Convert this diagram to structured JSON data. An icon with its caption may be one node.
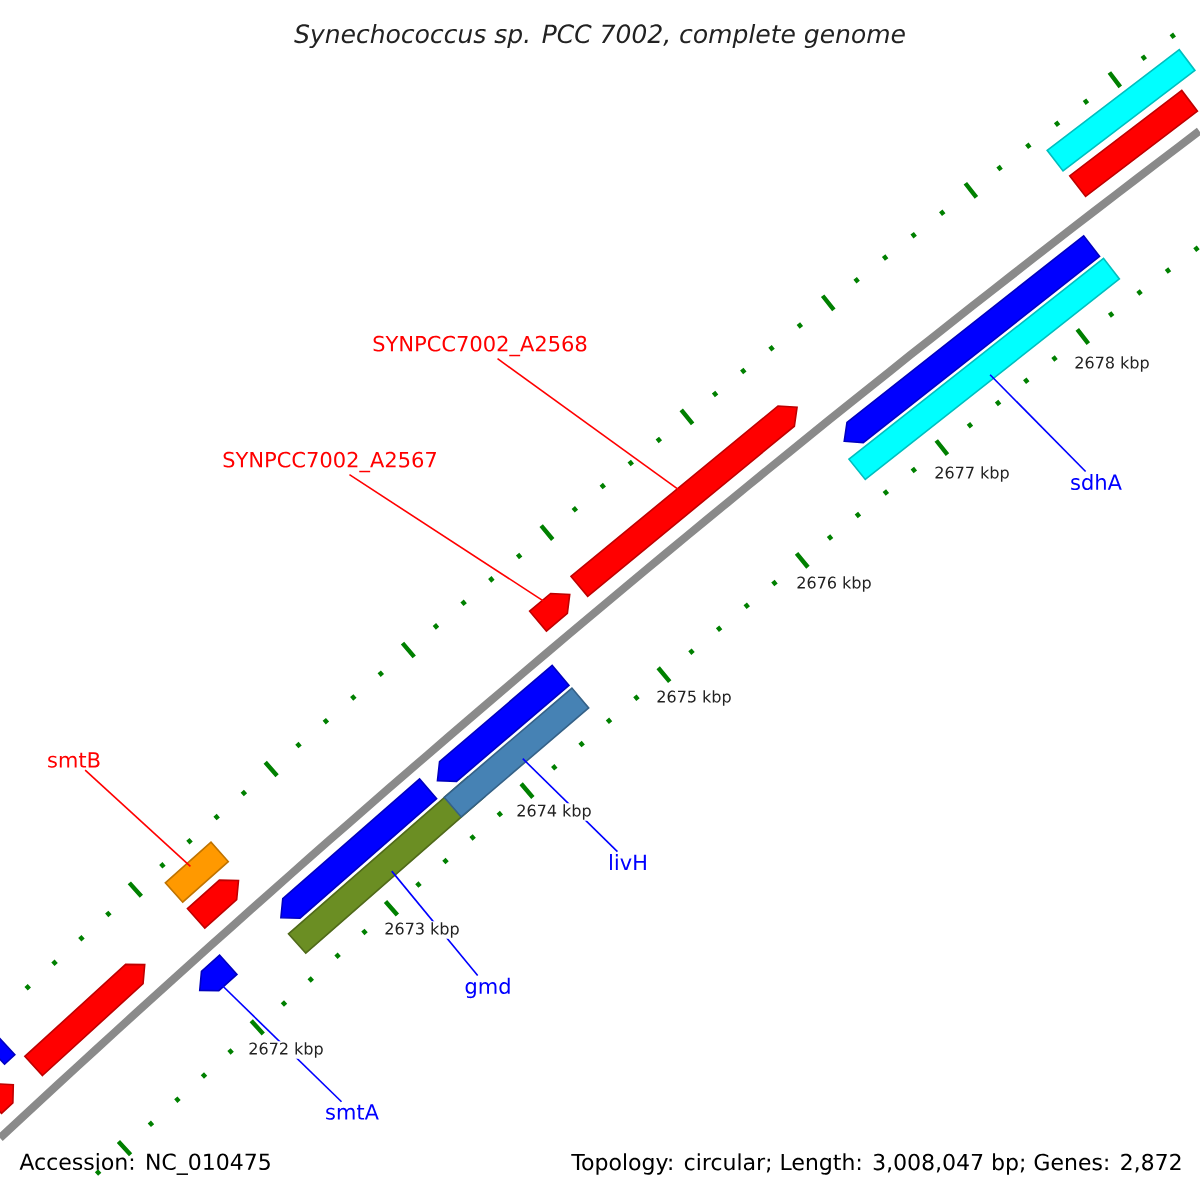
{
  "diagram": {
    "title": "Synechococcus sp. PCC 7002, complete genome",
    "nodes": [
      {
        "text": [
          "SYNPCC7002_A2568"
        ]
      },
      {
        "text": [
          "SYNPCC7002_A2567"
        ]
      },
      {
        "text": [
          "sdhA"
        ]
      },
      {
        "text": [
          "smtB"
        ]
      },
      {
        "text": [
          "livH"
        ]
      },
      {
        "text": [
          "gmd"
        ]
      },
      {
        "text": [
          "smtA"
        ]
      },
      {
        "text": [],
        "shape": "bar"
      },
      {
        "text": [],
        "shape": "bar"
      },
      {
        "text": [],
        "shape": "bar"
      },
      {
        "text": [],
        "shape": "bar"
      },
      {
        "text": [],
        "shape": "bar"
      },
      {
        "text": [],
        "shape": "bar"
      },
      {
        "text": [],
        "shape": "bar"
      },
      {
        "text": [],
        "shape": "bar"
      },
      {
        "text": [],
        "shape": "bar"
      },
      {
        "text": [],
        "shape": "bar"
      },
      {
        "text": [],
        "shape": "bar"
      },
      {
        "text": [],
        "shape": "bar"
      },
      {
        "text": [],
        "shape": "bar"
      },
      {
        "text": [],
        "shape": "bar"
      },
      {
        "text": [],
        "shape": "bar"
      },
      {
        "text": [],
        "shape": "bar"
      }
    ],
    "edges": [
      {
        "from": 0,
        "to": 7,
        "arrow": "none",
        "color": "#ff0000"
      },
      {
        "from": 1,
        "to": 8,
        "arrow": "none",
        "color": "#ff0000"
      },
      {
        "from": 2,
        "to": 9,
        "arrow": "none"
      },
      {
        "from": 3,
        "to": 10,
        "arrow": "none",
        "color": "#ff0000"
      },
      {
        "from": 4,
        "to": 11,
        "arrow": "none"
      },
      {
        "from": 5,
        "to": 12,
        "arrow": "none"
      },
      {
        "from": 6,
        "to": 13,
        "arrow": "none"
      }
    ],
    "labels": [
      "2678 kbp",
      "2677 kbp",
      "2676 kbp",
      "2675 kbp",
      "2674 kbp",
      "2673 kbp",
      "2672 kbp",
      "Accession: NC_010475",
      "Topology: circular; Length: 3,008,047 bp; Genes: 2,872"
    ]
  }
}
